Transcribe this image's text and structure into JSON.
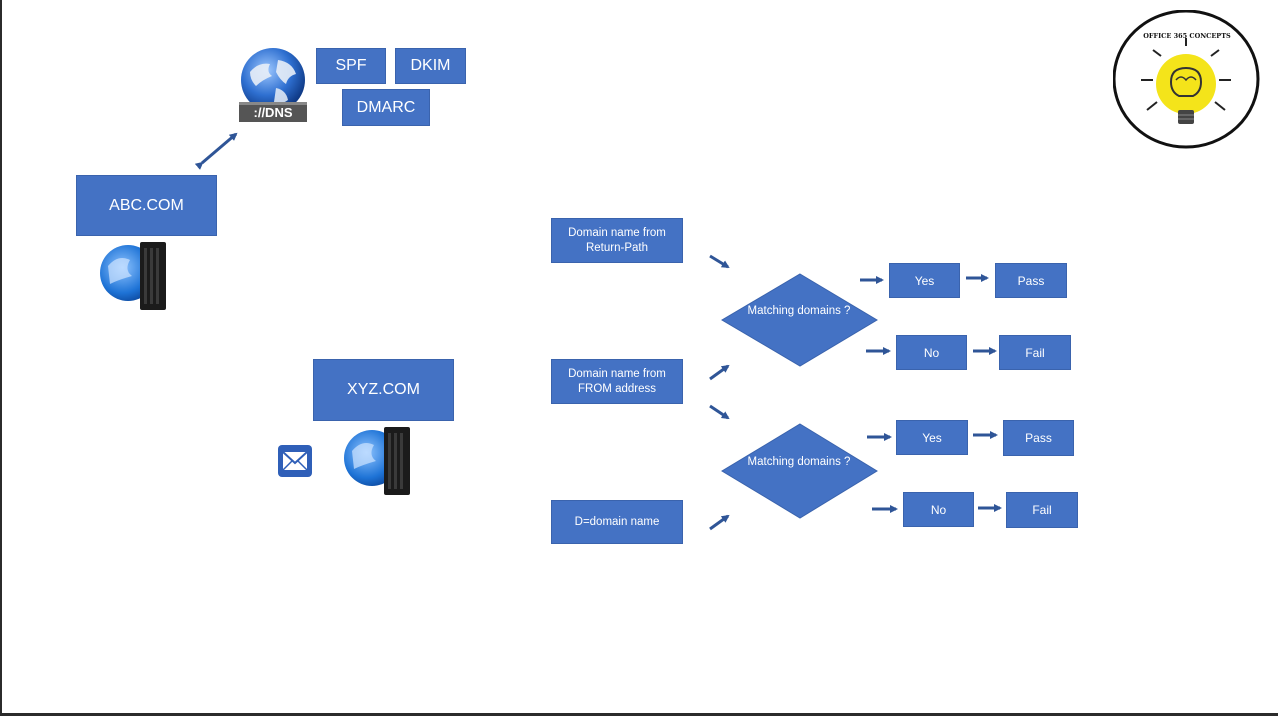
{
  "dns": {
    "label": "://DNS",
    "records": {
      "spf": "SPF",
      "dkim": "DKIM",
      "dmarc": "DMARC"
    }
  },
  "servers": {
    "abc": "ABC.COM",
    "xyz": "XYZ.COM"
  },
  "logo": {
    "text": "OFFICE 365 CONCEPTS"
  },
  "flow": {
    "sources": {
      "return_path": "Domain name from Return-Path",
      "from_address": "Domain name from FROM address",
      "d_domain": "D=domain name"
    },
    "decision_top": "Matching domains ?",
    "decision_bottom": "Matching domains ?",
    "top_yes": "Yes",
    "top_pass": "Pass",
    "top_no": "No",
    "top_fail": "Fail",
    "bottom_yes": "Yes",
    "bottom_pass": "Pass",
    "bottom_no": "No",
    "bottom_fail": "Fail"
  },
  "colors": {
    "box": "#4472c4",
    "arrow": "#2f5597",
    "text": "#ffffff"
  },
  "icons": [
    "globe-dns-icon",
    "server-globe-icon",
    "envelope-icon",
    "lightbulb-brain-logo-icon"
  ]
}
